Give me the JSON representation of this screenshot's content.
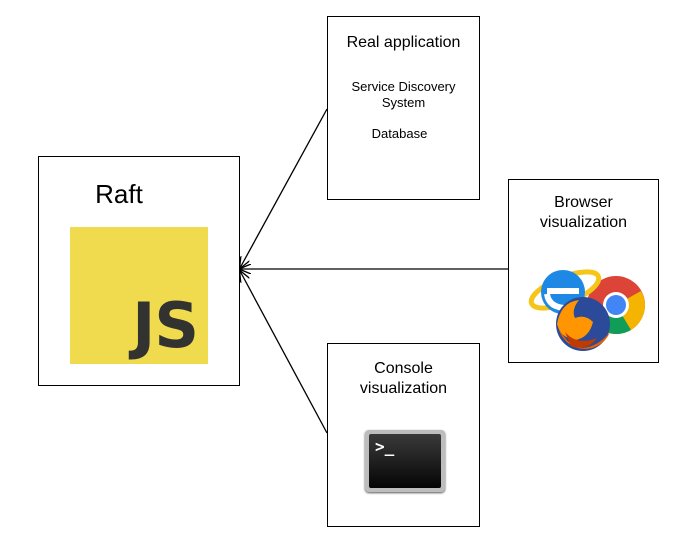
{
  "raft": {
    "title": "Raft",
    "logo_text": "JS",
    "logo_bg": "#f0db4f",
    "logo_fg": "#323330"
  },
  "real_app": {
    "title": "Real application",
    "items": [
      "Service Discovery System",
      "Database"
    ],
    "item_line1": "Service Discovery",
    "item_line2": "System",
    "item_db": "Database"
  },
  "browser": {
    "title_line1": "Browser",
    "title_line2": "visualization",
    "icons": [
      "internet-explorer-icon",
      "firefox-icon",
      "chrome-icon"
    ]
  },
  "console": {
    "title_line1": "Console",
    "title_line2": "visualization",
    "icon": "terminal-icon",
    "prompt": ">_"
  }
}
